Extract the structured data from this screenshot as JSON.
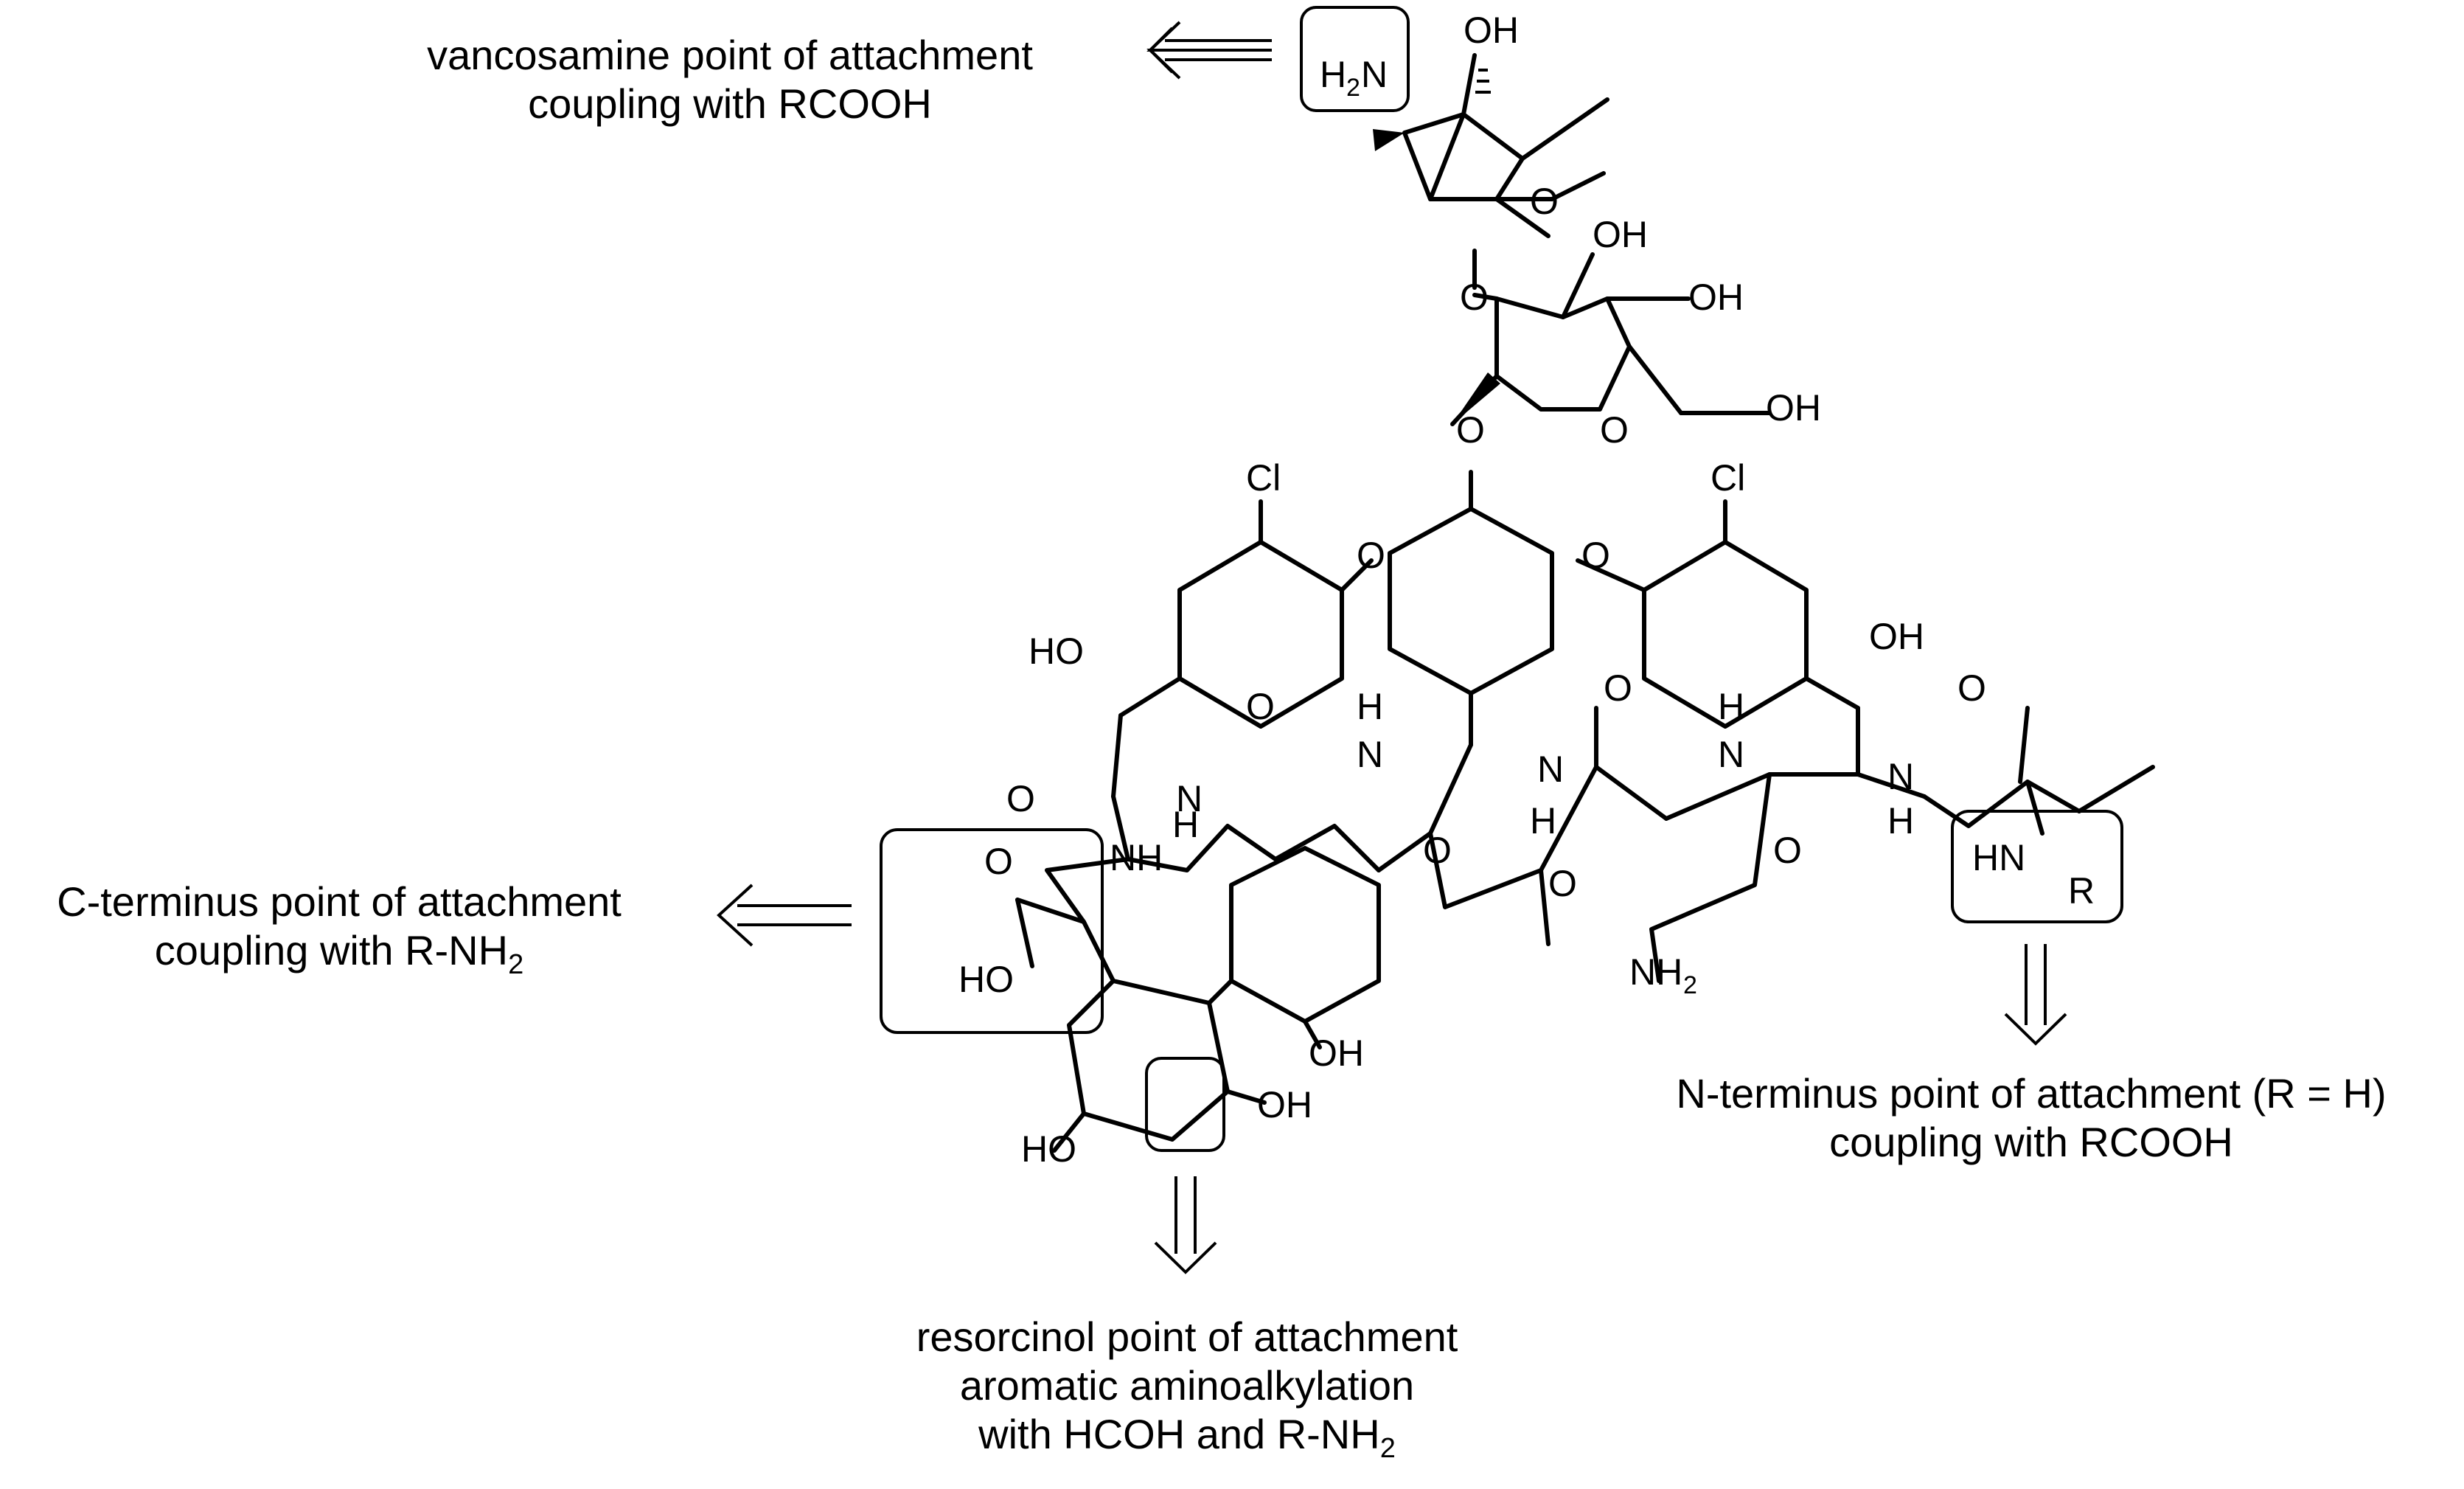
{
  "annotations": {
    "vancosamine": {
      "line1": "vancosamine point of attachment",
      "line2": "coupling with RCOOH"
    },
    "c_terminus": {
      "line1": "C-terminus point of attachment",
      "line2_prefix": "coupling with R-NH",
      "line2_sub": "2"
    },
    "n_terminus": {
      "line1": "N-terminus point of attachment (R = H)",
      "line2": "coupling with RCOOH"
    },
    "resorcinol": {
      "line1": "resorcinol point of attachment",
      "line2": "aromatic aminoalkylation",
      "line3_prefix": "with HCOH and R-NH",
      "line3_sub": "2"
    }
  },
  "atom_labels": {
    "oh": "OH",
    "ho": "HO",
    "o": "O",
    "cl": "Cl",
    "nh": "NH",
    "h": "H",
    "n": "N",
    "h2n_h": "H",
    "h2n_sub": "2",
    "h2n_n": "N",
    "nh2_nh": "NH",
    "nh2_sub": "2",
    "hn": "HN",
    "r": "R"
  }
}
